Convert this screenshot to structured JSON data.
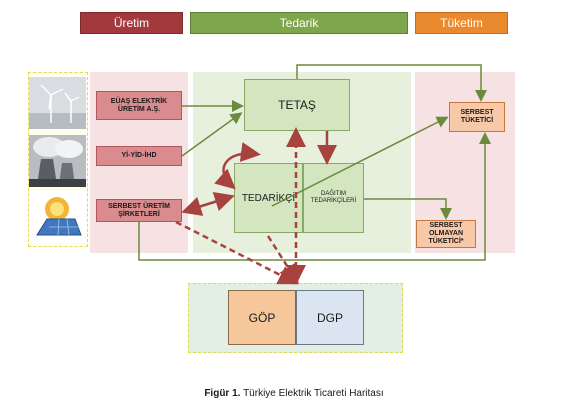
{
  "headers": {
    "uretim": "Üretim",
    "tedarik": "Tedarik",
    "tuketim": "Tüketim"
  },
  "producers": {
    "euas": "EÜAŞ ELEKTRİK ÜRETİM A.Ş.",
    "yi": "Yİ-YİD-İHD",
    "serbest_uretim": "SERBEST ÜRETİM ŞİRKETLERİ"
  },
  "supply": {
    "tetas": "TETAŞ",
    "tedarikci": "TEDARİKÇİ",
    "dagitim": "DAĞITIM TEDARİKÇİLERİ"
  },
  "consumers": {
    "serbest_tuketici": "SERBEST TÜKETİCİ",
    "serbest_olmayan": "SERBEST OLMAYAN TÜKETİCİ*"
  },
  "market": {
    "gop": "GÖP",
    "dgp": "DGP"
  },
  "caption": {
    "label": "Figür 1.",
    "text": "Türkiye Elektrik Ticareti Haritası"
  },
  "colors": {
    "uretim": "#a23a3d",
    "tedarik": "#7ea64a",
    "tuketim": "#ea8a2e",
    "arrow_green": "#6b8a3c",
    "arrow_red": "#a8423f"
  },
  "icons": [
    "wind-turbine-icon",
    "power-plant-icon",
    "solar-panel-icon"
  ]
}
